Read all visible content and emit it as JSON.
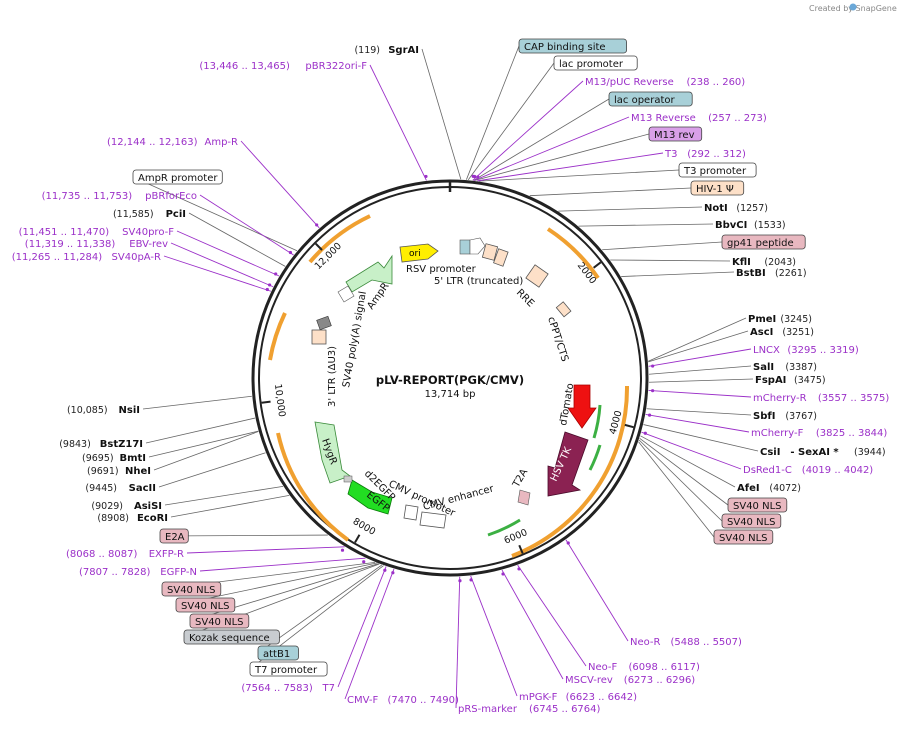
{
  "credit": "Created by SnapGene",
  "map": {
    "title": "pLV-REPORT(PGK/CMV)",
    "length": "13,714 bp",
    "total_bp": 13714,
    "ticks": [
      {
        "text": "2000",
        "bp": 2000
      },
      {
        "text": "4000",
        "bp": 4000
      },
      {
        "text": "6000",
        "bp": 6000
      },
      {
        "text": "8000",
        "bp": 8000
      },
      {
        "text": "10,000",
        "bp": 10000
      },
      {
        "text": "12,000",
        "bp": 12000
      }
    ],
    "inner_features": [
      "ori",
      "RSV promoter",
      "5' LTR (truncated)",
      "RRE",
      "cPPT/CTS",
      "dTomato",
      "HSV TK",
      "T2A",
      "CMV enhancer",
      "CMV promoter",
      "EGFP",
      "d2EGFP",
      "HygR",
      "3' LTR (ΔU3)",
      "SV40 poly(A) signal",
      "AmpR",
      "AmpR promoter"
    ]
  },
  "labels": [
    {
      "num": "(119)",
      "name": "SgrAI",
      "kind": "enzyme"
    },
    {
      "name": "CAP binding site",
      "kind": "box-blue"
    },
    {
      "name": "lac promoter",
      "kind": "box-white"
    },
    {
      "name": "M13/pUC Reverse",
      "num": "(238 .. 260)",
      "kind": "primer"
    },
    {
      "name": "lac operator",
      "kind": "box-blue"
    },
    {
      "name": "M13 Reverse",
      "num": "(257 .. 273)",
      "kind": "primer"
    },
    {
      "name": "M13 rev",
      "kind": "box-purple"
    },
    {
      "name": "T3",
      "num": "(292 .. 312)",
      "kind": "primer"
    },
    {
      "name": "T3 promoter",
      "kind": "box-white"
    },
    {
      "name": "HIV-1 Ψ",
      "kind": "box-peach"
    },
    {
      "name": "NotI",
      "num": "(1257)",
      "kind": "enzyme"
    },
    {
      "name": "BbvCI",
      "num": "(1533)",
      "kind": "enzyme"
    },
    {
      "name": "gp41 peptide",
      "kind": "box-pink"
    },
    {
      "name": "KflI",
      "num": "(2043)",
      "kind": "enzyme"
    },
    {
      "name": "BstBI",
      "num": "(2261)",
      "kind": "enzyme"
    },
    {
      "name": "PmeI",
      "num": "(3245)",
      "kind": "enzyme"
    },
    {
      "name": "AscI",
      "num": "(3251)",
      "kind": "enzyme"
    },
    {
      "name": "LNCX",
      "num": "(3295 .. 3319)",
      "kind": "primer"
    },
    {
      "name": "SalI",
      "num": "(3387)",
      "kind": "enzyme"
    },
    {
      "name": "FspAI",
      "num": "(3475)",
      "kind": "enzyme"
    },
    {
      "name": "mCherry-R",
      "num": "(3557 .. 3575)",
      "kind": "primer"
    },
    {
      "name": "SbfI",
      "num": "(3767)",
      "kind": "enzyme"
    },
    {
      "name": "mCherry-F",
      "num": "(3825 .. 3844)",
      "kind": "primer"
    },
    {
      "name": "CsiI",
      "name2": "- SexAI *",
      "num": "(3944)",
      "kind": "enzyme"
    },
    {
      "name": "DsRed1-C",
      "num": "(4019 .. 4042)",
      "kind": "primer"
    },
    {
      "name": "AfeI",
      "num": "(4072)",
      "kind": "enzyme"
    },
    {
      "name": "SV40 NLS",
      "kind": "box-pink"
    },
    {
      "name": "SV40 NLS",
      "kind": "box-pink"
    },
    {
      "name": "SV40 NLS",
      "kind": "box-pink"
    },
    {
      "name": "Neo-R",
      "num": "(5488 .. 5507)",
      "kind": "primer"
    },
    {
      "name": "Neo-F",
      "num": "(6098 .. 6117)",
      "kind": "primer"
    },
    {
      "name": "MSCV-rev",
      "num": "(6273 .. 6296)",
      "kind": "primer"
    },
    {
      "name": "mPGK-F",
      "num": "(6623 .. 6642)",
      "kind": "primer"
    },
    {
      "name": "pRS-marker",
      "num": "(6745 .. 6764)",
      "kind": "primer"
    },
    {
      "name": "T7",
      "num": "(7564 .. 7583)",
      "kind": "primer"
    },
    {
      "name": "CMV-F",
      "num": "(7470 .. 7490)",
      "kind": "primer"
    },
    {
      "name": "T7 promoter",
      "kind": "box-white"
    },
    {
      "name": "attB1",
      "kind": "box-blue"
    },
    {
      "name": "Kozak sequence",
      "kind": "box-gray"
    },
    {
      "name": "SV40 NLS",
      "kind": "box-pink"
    },
    {
      "name": "SV40 NLS",
      "kind": "box-pink"
    },
    {
      "name": "SV40 NLS",
      "kind": "box-pink"
    },
    {
      "name": "EGFP-N",
      "num": "(7807 .. 7828)",
      "kind": "primer"
    },
    {
      "name": "EXFP-R",
      "num": "(8068 .. 8087)",
      "kind": "primer"
    },
    {
      "name": "E2A",
      "kind": "box-pink"
    },
    {
      "name": "EcoRI",
      "num": "(8908)",
      "kind": "enzyme"
    },
    {
      "name": "AsiSI",
      "num": "(9029)",
      "kind": "enzyme"
    },
    {
      "name": "SacII",
      "num": "(9445)",
      "kind": "enzyme"
    },
    {
      "name": "NheI",
      "num": "(9691)",
      "kind": "enzyme"
    },
    {
      "name": "BmtI",
      "num": "(9695)",
      "kind": "enzyme"
    },
    {
      "name": "BstZ17I",
      "num": "(9843)",
      "kind": "enzyme"
    },
    {
      "name": "NsiI",
      "num": "(10,085)",
      "kind": "enzyme"
    },
    {
      "name": "SV40pA-R",
      "num": "(11,265 .. 11,284)",
      "kind": "primer"
    },
    {
      "name": "EBV-rev",
      "num": "(11,319 .. 11,338)",
      "kind": "primer"
    },
    {
      "name": "SV40pro-F",
      "num": "(11,451 .. 11,470)",
      "kind": "primer"
    },
    {
      "name": "PciI",
      "num": "(11,585)",
      "kind": "enzyme"
    },
    {
      "name": "pBRforEco",
      "num": "(11,735 .. 11,753)",
      "kind": "primer"
    },
    {
      "name": "AmpR promoter",
      "kind": "box-white"
    },
    {
      "name": "Amp-R",
      "num": "(12,144 .. 12,163)",
      "kind": "primer"
    },
    {
      "name": "pBR322ori-F",
      "num": "(13,446 .. 13,465)",
      "kind": "primer"
    }
  ],
  "colors": {
    "primer": "#9b30c8",
    "box-blue": "#a8d0d8",
    "box-white": "#ffffff",
    "box-purple": "#d9a0e8",
    "box-peach": "#fde0c8",
    "box-pink": "#e8b8c0",
    "box-gray": "#c8ccd0",
    "orange": "#f0a030",
    "green_arrow": "#3cb043"
  }
}
